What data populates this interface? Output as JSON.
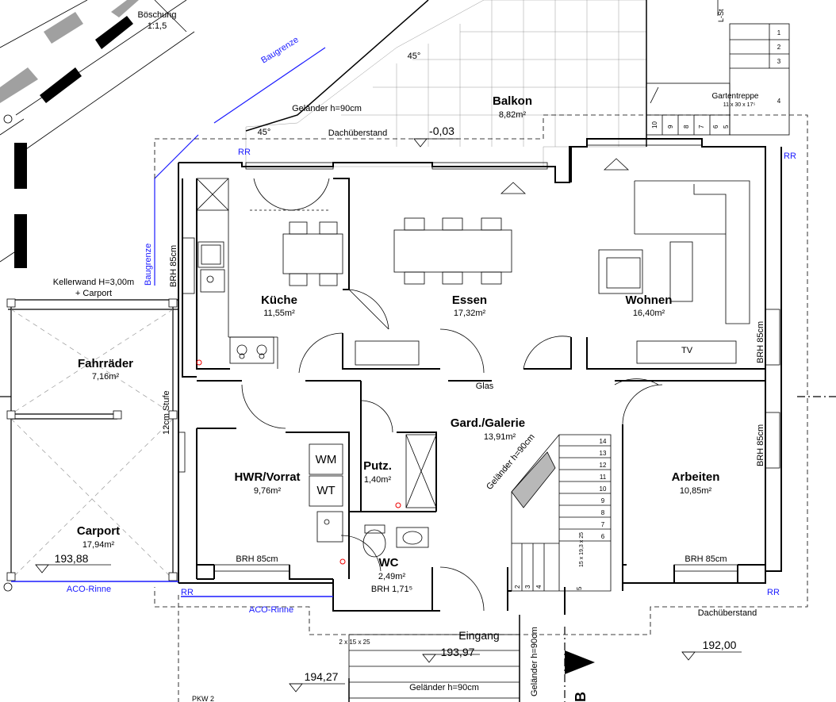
{
  "rooms": {
    "kueche": {
      "name": "Küche",
      "area": "11,55m²"
    },
    "essen": {
      "name": "Essen",
      "area": "17,32m²"
    },
    "wohnen": {
      "name": "Wohnen",
      "area": "16,40m²"
    },
    "balkon": {
      "name": "Balkon",
      "area": "8,82m²"
    },
    "fahrraeder": {
      "name": "Fahrräder",
      "area": "7,16m²"
    },
    "carport": {
      "name": "Carport",
      "area": "17,94m²"
    },
    "hwr": {
      "name": "HWR/Vorrat",
      "area": "9,76m²"
    },
    "putz": {
      "name": "Putz.",
      "area": "1,40m²"
    },
    "wc": {
      "name": "WC",
      "area": "2,49m²"
    },
    "galerie": {
      "name": "Gard./Galerie",
      "area": "13,91m²"
    },
    "arbeiten": {
      "name": "Arbeiten",
      "area": "10,85m²"
    }
  },
  "labels": {
    "boeschung": "Böschung",
    "boeschung_ratio": "1:1,5",
    "baugrenze": "Baugrenze",
    "angle_45": "45°",
    "gelaender_90": "Geländer h=90cm",
    "dachueberstand": "Dachüberstand",
    "level_balkon": "-0,03",
    "rr": "RR",
    "gartentreppe": "Gartentreppe",
    "gartentreppe_dims": "11 x 30 x 17⁵",
    "l_st": "L-St",
    "kellerwand": "Kellerwand H=3,00m",
    "plus_carport": "+ Carport",
    "brh_85": "BRH 85cm",
    "stufe_12": "12cm Stufe",
    "glas": "Glas",
    "tv": "TV",
    "wm": "WM",
    "wt": "WT",
    "wc_brh": "BRH 1,71⁵",
    "gelaender_treppe": "Geländer h=90cm",
    "treppe_dims": "15 x 19,3 x 25",
    "level_carport": "193,88",
    "aco_rinne": "ACO-Rinne",
    "eingang": "Eingang",
    "level_eingang": "193,97",
    "level_garden": "192,00",
    "level_lower": "194,27",
    "eingang_dims": "2 x 15 x 25",
    "section_b": "B",
    "pkw": "PKW 2"
  },
  "stair_main_numbers": [
    "14",
    "13",
    "12",
    "11",
    "10",
    "9",
    "8",
    "7",
    "6"
  ],
  "stair_main_bottom_numbers": [
    "2",
    "3",
    "4",
    "5"
  ],
  "stair_garden_numbers_right": [
    "1",
    "2",
    "3",
    "4"
  ],
  "stair_garden_numbers_bottom": [
    "10",
    "9",
    "8",
    "7",
    "6",
    "5"
  ]
}
